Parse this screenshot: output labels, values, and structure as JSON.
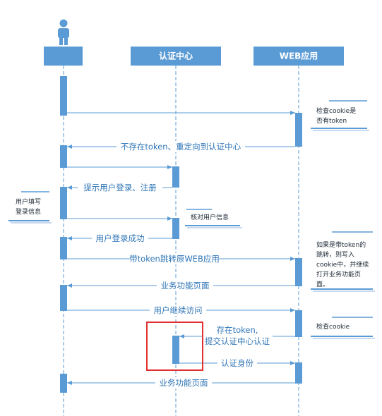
{
  "participants": [
    {
      "id": "user",
      "label": ""
    },
    {
      "id": "auth",
      "label": "认证中心"
    },
    {
      "id": "web",
      "label": "WEB应用"
    }
  ],
  "messages": [
    {
      "from": "user",
      "to": "web",
      "label": ""
    },
    {
      "from": "web",
      "to": "user",
      "label": "不存在token、重定向到认证中心"
    },
    {
      "from": "user",
      "to": "auth",
      "label": ""
    },
    {
      "from": "auth",
      "to": "user",
      "label": "提示用户登录、注册"
    },
    {
      "from": "user",
      "to": "auth",
      "label": ""
    },
    {
      "from": "auth",
      "to": "user",
      "label": "用户登录成功"
    },
    {
      "from": "user",
      "to": "web",
      "label": "带token跳转原WEB应用"
    },
    {
      "from": "web",
      "to": "user",
      "label": "业务功能页面"
    },
    {
      "from": "user",
      "to": "web",
      "label": "用户继续访问"
    },
    {
      "from": "web",
      "to": "auth",
      "label_lines": [
        "存在token,",
        "提交认证中心认证"
      ]
    },
    {
      "from": "auth",
      "to": "web",
      "label": "认证身份"
    },
    {
      "from": "web",
      "to": "user",
      "label": "业务功能页面"
    }
  ],
  "notes": [
    {
      "id": "note-check-cookie",
      "lines": [
        "检查cookie是",
        "否有token"
      ]
    },
    {
      "id": "note-user-fill",
      "lines": [
        "用户填写",
        "登录信息"
      ]
    },
    {
      "id": "note-verify-user",
      "lines": [
        "核对用户信息"
      ]
    },
    {
      "id": "note-redirect",
      "lines": [
        "如果是带token的",
        "跳转，则写入",
        "cookie中，并继续",
        "打开业务功能页",
        "面。"
      ]
    },
    {
      "id": "note-check-cookie-2",
      "lines": [
        "检查cookie"
      ]
    }
  ],
  "colors": {
    "box": "#5b9bd5",
    "line": "#5b9bd5",
    "text": "#2e75b6",
    "highlight": "#e03030"
  }
}
